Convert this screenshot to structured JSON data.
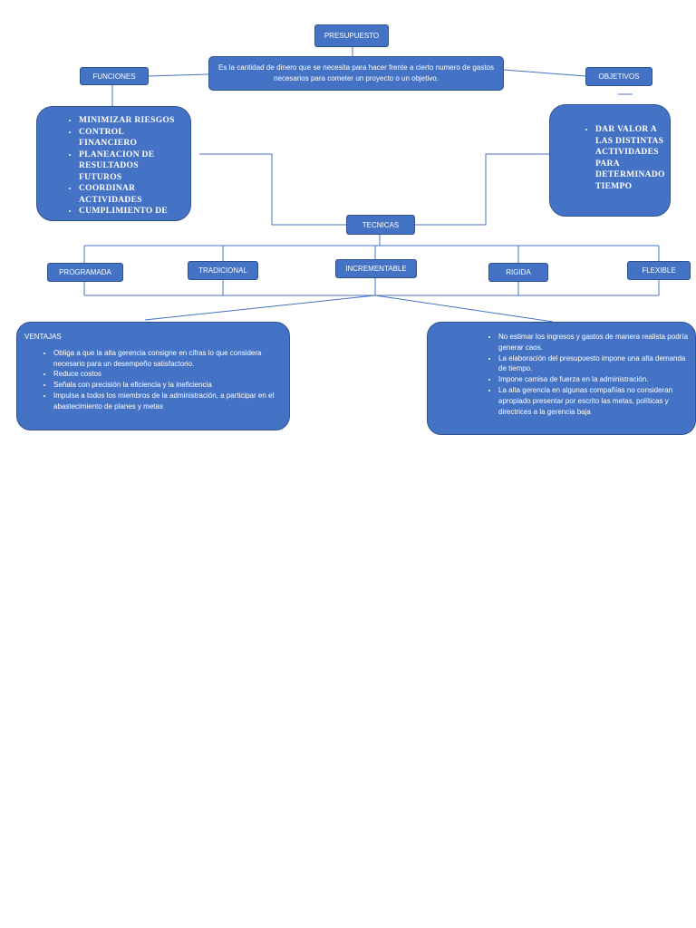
{
  "nodes": {
    "presupuesto": "PRESUPUESTO",
    "definicion": "Es la cantidad de dinero que se necesita para hacer frente a cierto numero de gastos necesarios para cometer un proyecto o un objetivo.",
    "funciones": "FUNCIONES",
    "objetivos": "OBJETIVOS",
    "tecnicas": "TECNICAS",
    "programada": "PROGRAMADA",
    "tradicional": "TRADICIONAL",
    "incrementable": "INCREMENTABLE",
    "rigida": "RIGIDA",
    "flexible": "FLEXIBLE"
  },
  "funciones_list": [
    "MINIMIZAR RIESGOS",
    "CONTROL FINANCIERO",
    "PLANEACION DE RESULTADOS FUTUROS",
    "COORDINAR ACTIVIDADES",
    "CUMPLIMIENTO DE"
  ],
  "objetivos_list": [
    "DAR VALOR A LAS DISTINTAS ACTIVIDADES PARA DETERMINADO TIEMPO"
  ],
  "ventajas": {
    "title": "VENTAJAS",
    "items": [
      "Obliga a que la alta gerencia consigne en cifras lo que considera necesario para un desempeño satisfactorio.",
      "Reduce costos",
      "Señala con precisión la eficiencia y la ineficiencia",
      "Impulsa a todos los miembros de la administración, a participar en el abastecimiento de planes y metas"
    ]
  },
  "desventajas": {
    "items": [
      "No estimar los ingresos y gastos de manera realista podría generar caos.",
      "La elaboración del presupuesto impone una alta demanda de tiempo.",
      "Impone camisa de fuerza en la administración.",
      "La alta gerencia en algunas compañías no consideran apropiado presentar por escrito las metas, políticas y directrices a la gerencia baja"
    ]
  }
}
